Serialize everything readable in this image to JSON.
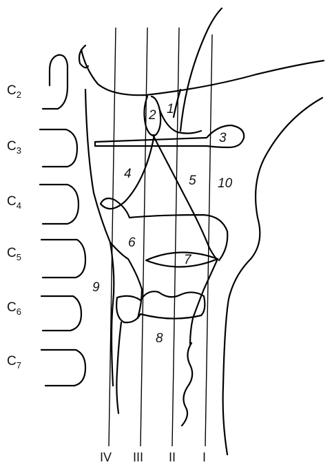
{
  "vertebra_labels": [
    {
      "letter": "C",
      "sub": "2"
    },
    {
      "letter": "C",
      "sub": "3"
    },
    {
      "letter": "C",
      "sub": "4"
    },
    {
      "letter": "C",
      "sub": "5"
    },
    {
      "letter": "C",
      "sub": "6"
    },
    {
      "letter": "C",
      "sub": "7"
    }
  ],
  "structure_numbers": [
    "1",
    "2",
    "3",
    "4",
    "5",
    "6",
    "7",
    "8",
    "9",
    "10"
  ],
  "line_labels": [
    "IV",
    "III",
    "II",
    "I"
  ]
}
